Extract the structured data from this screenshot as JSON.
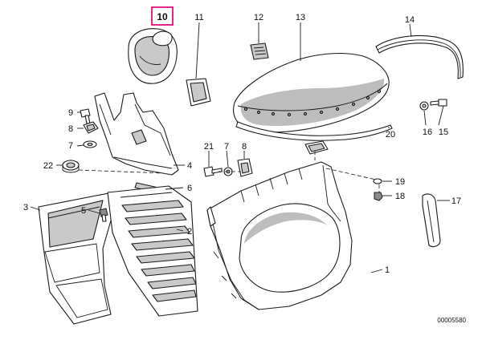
{
  "diagram": {
    "highlighted_part": "10",
    "labels": {
      "p1": "1",
      "p2": "2",
      "p3": "3",
      "p4": "4",
      "p5": "5",
      "p6": "6",
      "p7a": "7",
      "p7b": "7",
      "p8a": "8",
      "p8b": "8",
      "p9": "9",
      "p10": "10",
      "p11": "11",
      "p12": "12",
      "p13": "13",
      "p14": "14",
      "p15": "15",
      "p16": "16",
      "p17": "17",
      "p18": "18",
      "p19": "19",
      "p20": "20",
      "p21": "21",
      "p22": "22"
    },
    "reference_number": "00005580",
    "colors": {
      "highlight": "#e0107c",
      "line": "#1a1a1a"
    }
  }
}
